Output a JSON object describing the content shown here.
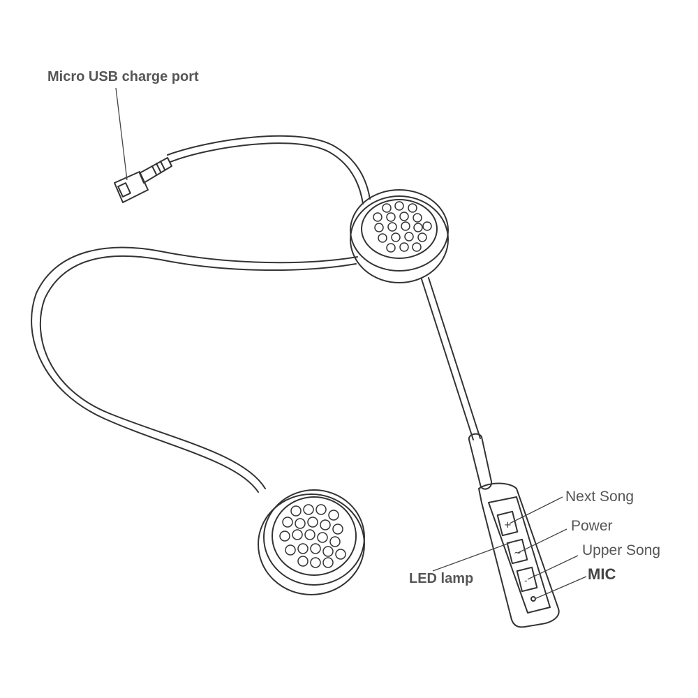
{
  "labels": {
    "usb_port": "Micro USB charge port",
    "next_song": "Next Song",
    "power": "Power",
    "upper_song": "Upper Song",
    "mic": "MIC",
    "led_lamp": "LED lamp"
  },
  "button_glyphs": {
    "next": "+",
    "power": "~",
    "prev": "-"
  },
  "icons": [
    "usb-connector-icon",
    "speaker-icon",
    "remote-control-icon"
  ],
  "colors": {
    "line": "#333333",
    "label": "#555555",
    "background": "#ffffff"
  }
}
